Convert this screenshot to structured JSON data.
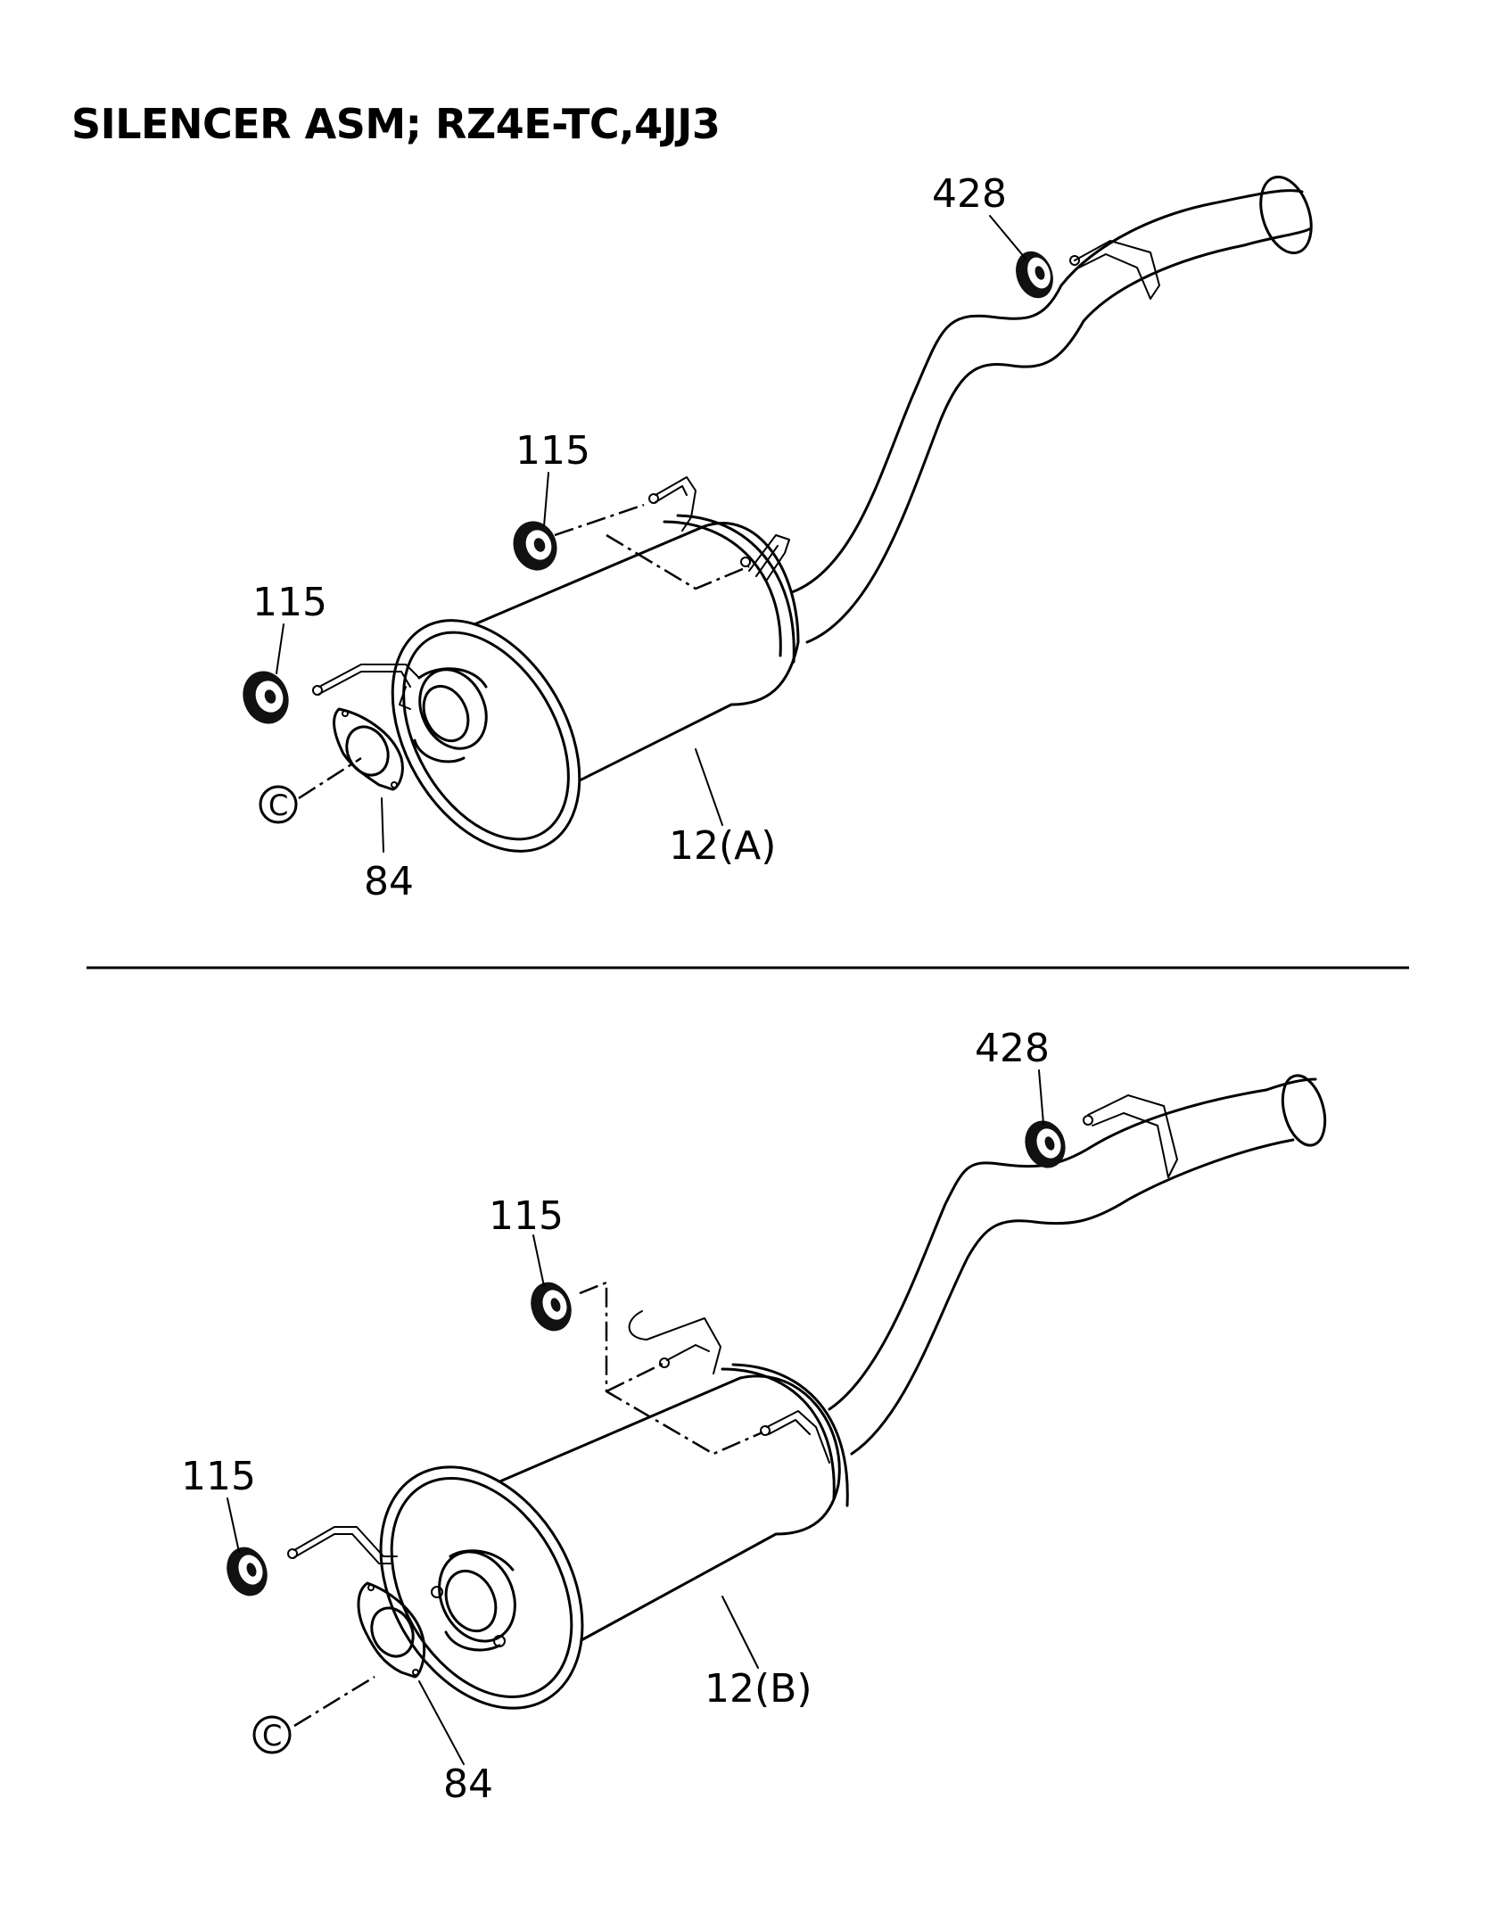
{
  "title": "SILENCER ASM; RZ4E-TC,4JJ3",
  "diagram_a": {
    "callouts": {
      "hanger_rear": "428",
      "rubber_upper": "115",
      "rubber_lower": "115",
      "gasket": "84",
      "silencer": "12(A)",
      "connection_ref": "C"
    }
  },
  "diagram_b": {
    "callouts": {
      "hanger_rear": "428",
      "rubber_upper": "115",
      "rubber_lower": "115",
      "gasket": "84",
      "silencer": "12(B)",
      "connection_ref": "C"
    }
  }
}
